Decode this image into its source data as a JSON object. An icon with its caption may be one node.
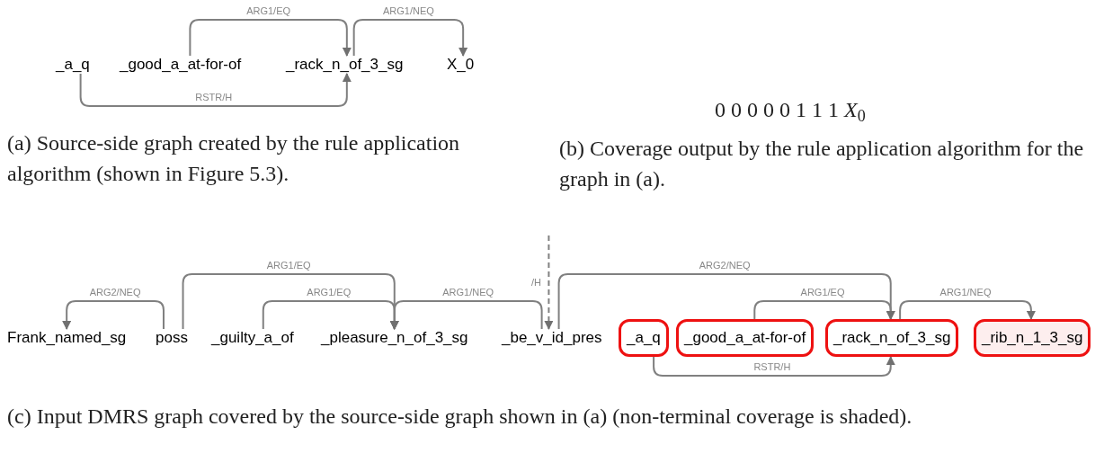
{
  "diagram": {
    "nodes": [
      {
        "text": [
          "_a_q"
        ]
      },
      {
        "text": [
          "_good_a_at-for-of"
        ]
      },
      {
        "text": [
          "_rack_n_of_3_sg"
        ]
      },
      {
        "text": [
          "X_0"
        ]
      },
      {
        "text": [
          "Frank_named_sg"
        ]
      },
      {
        "text": [
          "poss"
        ]
      },
      {
        "text": [
          "_guilty_a_of"
        ]
      },
      {
        "text": [
          "_pleasure_n_of_3_sg"
        ]
      },
      {
        "text": [
          "_be_v_id_pres"
        ]
      },
      {
        "text": [
          "_a_q"
        ]
      },
      {
        "text": [
          "_good_a_at-for-of"
        ]
      },
      {
        "text": [
          "_rack_n_of_3_sg"
        ]
      },
      {
        "text": [
          "_rib_n_1_3_sg"
        ]
      }
    ],
    "edges": [
      {
        "from": 1,
        "to": 2,
        "arrow": "to",
        "label": "ARG1/EQ"
      },
      {
        "from": 2,
        "to": 3,
        "arrow": "to",
        "label": "ARG1/NEQ"
      },
      {
        "from": 0,
        "to": 2,
        "arrow": "to",
        "label": "RSTR/H"
      },
      {
        "from": 5,
        "to": 4,
        "arrow": "to",
        "label": "ARG2/NEQ"
      },
      {
        "from": 5,
        "to": 7,
        "arrow": "to",
        "label": "ARG1/EQ"
      },
      {
        "from": 6,
        "to": 7,
        "arrow": "to",
        "label": "ARG1/EQ"
      },
      {
        "from": 8,
        "to": 7,
        "arrow": "to",
        "label": "ARG1/NEQ"
      },
      {
        "from": null,
        "to": 8,
        "arrow": "to",
        "label": "/H",
        "style": "dashed"
      },
      {
        "from": 8,
        "to": 11,
        "arrow": "to",
        "label": "ARG2/NEQ"
      },
      {
        "from": 10,
        "to": 11,
        "arrow": "to",
        "label": "ARG1/EQ"
      },
      {
        "from": 11,
        "to": 12,
        "arrow": "to",
        "label": "ARG1/NEQ"
      },
      {
        "from": 9,
        "to": 11,
        "arrow": "to",
        "label": "RSTR/H"
      }
    ],
    "labels": [
      "0 0 0 0 0 1 1 1 *X*$_{0}$",
      "(a) Source-side graph created by the rule application algorithm (shown in Figure 5.3).",
      "(b) Coverage output by the rule application algorithm for the graph in (a).",
      "(c) Input DMRS graph covered by the source-side graph shown in (a) (non-terminal coverage is shaded)."
    ]
  }
}
